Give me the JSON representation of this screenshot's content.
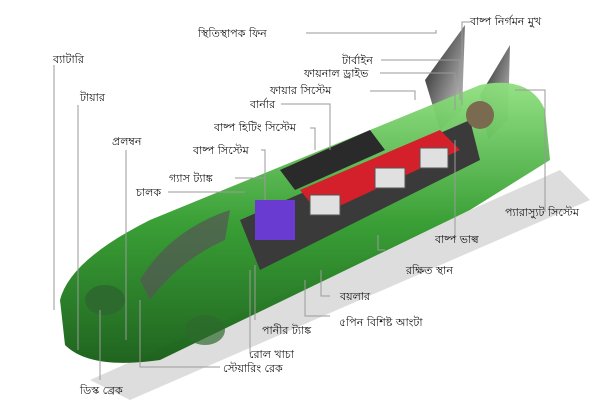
{
  "title": "Steam car cutaway diagram",
  "colors": {
    "body_green": "#3fae3a",
    "boiler_red": "#d4202a",
    "tank_purple": "#6a3bd0",
    "leader": "#9a9a9a"
  },
  "labels": {
    "elastic_fin": "স্থিতিস্থাপক ফিন",
    "steam_exhaust": "বাষ্প নির্গমন মুখ",
    "battery": "ব্যাটারি",
    "turbine": "টার্বাইন",
    "final_drive": "ফায়নাল ড্রাইভ",
    "fire_system": "ফায়ার সিস্টেম",
    "tyre": "টায়ার",
    "burner": "বার্নার",
    "steam_heating": "বাষ্প হিটিং সিস্টেম",
    "suspension": "প্রলম্বন",
    "steam_system": "বাষ্প সিস্টেম",
    "gas_tank": "গ্যাস ট্যাঙ্ক",
    "driver": "চালক",
    "parachute": "প্যারাস্যুট সিস্টেম",
    "steam_valve": "বাষ্প ভাল্ব",
    "protected_space": "রক্ষিত স্থান",
    "boiler": "বয়লার",
    "five_pin_ring": "৫পিন বিশিষ্ট আংটা",
    "water_tank": "পানীর ট্যাঙ্ক",
    "roll_cage": "রোল খাচা",
    "steering_rack": "স্টেয়ারিং রেক",
    "disc_brake": "ডিস্ক ব্রেক"
  }
}
